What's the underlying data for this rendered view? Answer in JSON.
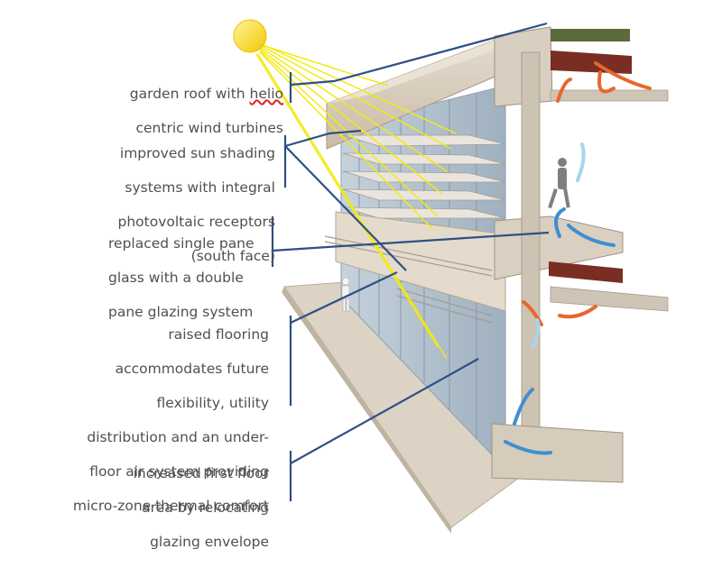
{
  "labels": [
    {
      "id": "garden-roof",
      "lines": [
        "garden roof with helio",
        "centric wind turbines"
      ]
    },
    {
      "id": "sun-shading",
      "lines": [
        "improved sun shading",
        "systems with integral",
        "photovoltaic receptors",
        "(south face)"
      ]
    },
    {
      "id": "glazing",
      "lines": [
        "replaced single pane",
        "glass with a double",
        "pane glazing system"
      ]
    },
    {
      "id": "raised-flooring",
      "lines": [
        "raised flooring",
        "accommodates future",
        "flexibility, utility",
        "distribution and an under-",
        "floor air system providing",
        "micro-zone thermal comfort"
      ]
    },
    {
      "id": "first-floor",
      "lines": [
        "increased first floor",
        "area by relocating",
        "glazing envelope"
      ]
    }
  ],
  "colors": {
    "leader": "#2e4f86",
    "sun": "#f6d40e",
    "sun_ray": "#f2ea12",
    "warm_air": "#e8672c",
    "cool_air": "#3f8fd0",
    "light_cool_air": "#a8d4ee",
    "concrete": "#d9cfbf",
    "glass": "#b9c7d3",
    "steel_beam": "#7a2d22",
    "green_roof": "#5b6b3a"
  },
  "icons": {
    "sun": "sun-icon",
    "person": "person-icon"
  }
}
